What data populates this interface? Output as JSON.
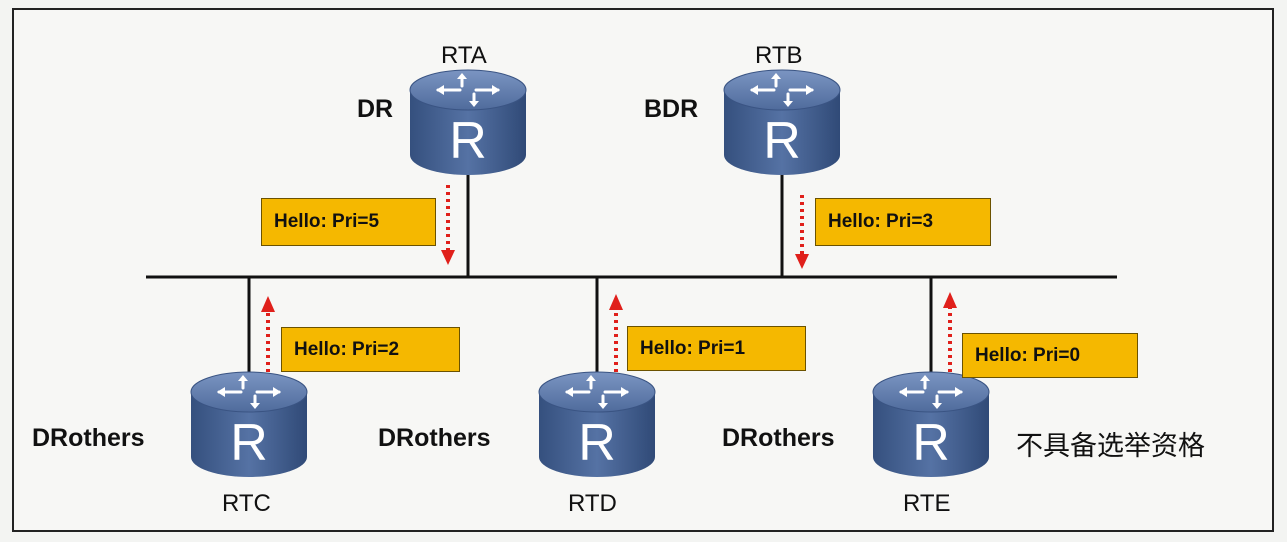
{
  "routers": [
    {
      "name": "RTA",
      "role": "DR",
      "icon": "router-icon",
      "hello": "Hello: Pri=5"
    },
    {
      "name": "RTB",
      "role": "BDR",
      "icon": "router-icon",
      "hello": "Hello: Pri=3"
    },
    {
      "name": "RTC",
      "role": "DRothers",
      "icon": "router-icon",
      "hello": "Hello: Pri=2"
    },
    {
      "name": "RTD",
      "role": "DRothers",
      "icon": "router-icon",
      "hello": "Hello: Pri=1"
    },
    {
      "name": "RTE",
      "role": "DRothers",
      "icon": "router-icon",
      "hello": "Hello: Pri=0"
    }
  ],
  "router_glyph": "R",
  "rte_note": "不具备选举资格",
  "colors": {
    "router_top": "#5d79a8",
    "router_body": "#3f5b8c",
    "hello_box": "#f5b800",
    "arrow": "#e0201b",
    "line": "#111111"
  }
}
